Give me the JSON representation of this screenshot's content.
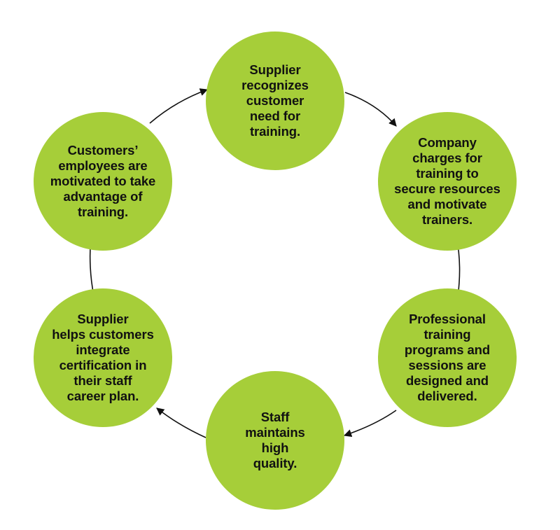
{
  "colors": {
    "node_fill": "#a6ce39",
    "arrow": "#111111",
    "text": "#111111"
  },
  "nodes": [
    {
      "text": "Supplier\nrecognizes\ncustomer\nneed for\ntraining."
    },
    {
      "text": "Company\ncharges for\ntraining to\nsecure resources\nand motivate\ntrainers."
    },
    {
      "text": "Professional\ntraining\nprograms and\nsessions are\ndesigned and\ndelivered."
    },
    {
      "text": "Staff\nmaintains\nhigh\nquality."
    },
    {
      "text": "Supplier\nhelps customers\nintegrate\ncertification in\ntheir staff\ncareer plan."
    },
    {
      "text": "Customers’\nemployees are\nmotivated to take\nadvantage of\ntraining."
    }
  ]
}
